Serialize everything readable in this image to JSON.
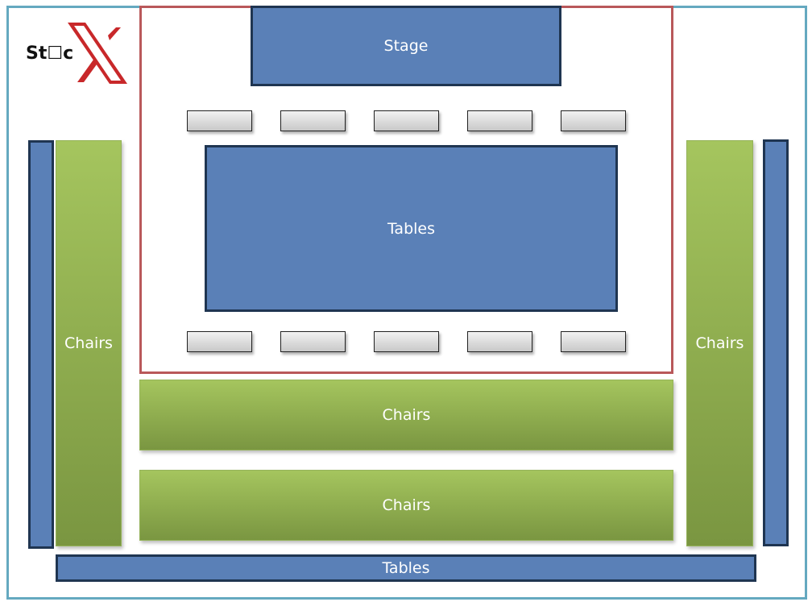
{
  "logo": {
    "text": "St☐c",
    "mark": "X",
    "colors": {
      "mark": "#c8282a",
      "text": "#111111"
    }
  },
  "zones": {
    "stage": {
      "label": "Stage"
    },
    "center_tables": {
      "label": "Tables"
    },
    "left_chairs": {
      "label": "Chairs"
    },
    "right_chairs": {
      "label": "Chairs"
    },
    "front_chairs_row1": {
      "label": "Chairs"
    },
    "front_chairs_row2": {
      "label": "Chairs"
    },
    "bottom_tables": {
      "label": "Tables"
    }
  },
  "small_tables": {
    "top_row_count": 5,
    "bottom_row_count": 5
  },
  "colors": {
    "blue_fill": "#5a80b7",
    "blue_border": "#1f3551",
    "green": "#a5c55e",
    "outer_border": "#65a9c0",
    "stage_zone_border": "#b9585a"
  }
}
